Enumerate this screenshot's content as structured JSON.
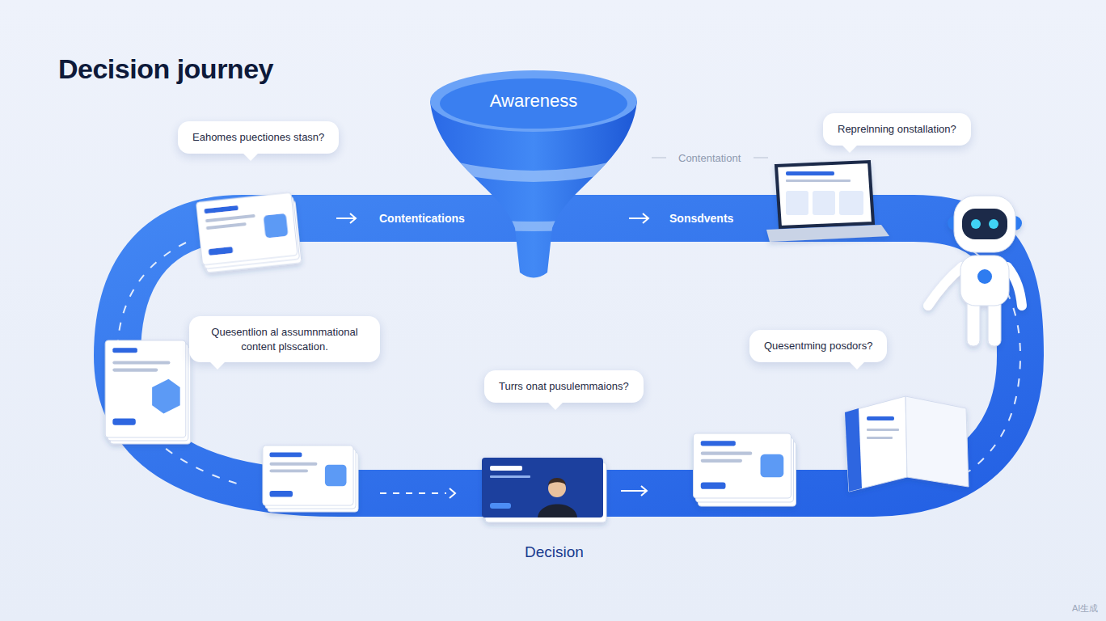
{
  "diagram": {
    "title": "Decision journey",
    "nodes": [
      {
        "text": [
          "Eahomes puectiones stasn?"
        ]
      },
      {
        "text": [
          "Awareness"
        ]
      },
      {
        "text": [
          "Reprelnning onstallation?"
        ]
      },
      {
        "text": [
          "Quesentlion al assumnmational content plsscation."
        ]
      },
      {
        "text": [
          "Turrs onat pusulemmaions?"
        ]
      },
      {
        "text": [
          "Quesentming posdors?"
        ]
      }
    ],
    "labels": [
      "Contentationt",
      "Contentications",
      "Sonsdvents",
      "Decision",
      "AI生成"
    ]
  }
}
